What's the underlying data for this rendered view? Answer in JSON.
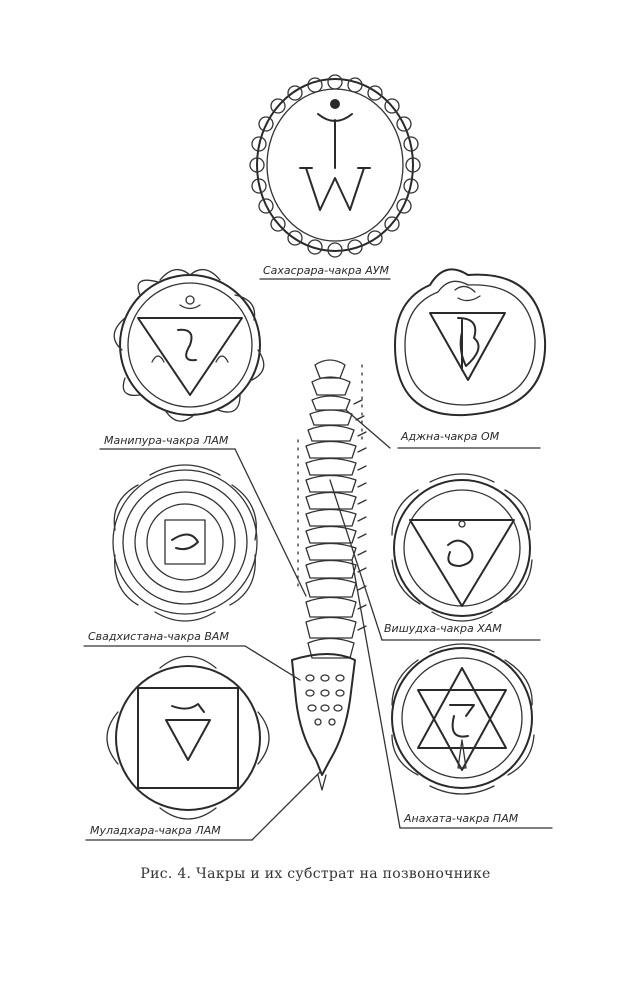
{
  "chakras": {
    "sahasrara": "Сахасрара-чакра АУМ",
    "ajna": "Аджна-чакра ОМ",
    "manipura": "Манипура-чакра ЛАМ",
    "vishuddha": "Вишудха-чакра ХАМ",
    "svadhisthana": "Свадхистана-чакра ВАМ",
    "muladhara": "Муладхара-чакра ЛАМ",
    "anahata": "Анахата-чакра ПАМ"
  },
  "caption": "Рис. 4. Чакры и их субстрат на позвоночнике"
}
